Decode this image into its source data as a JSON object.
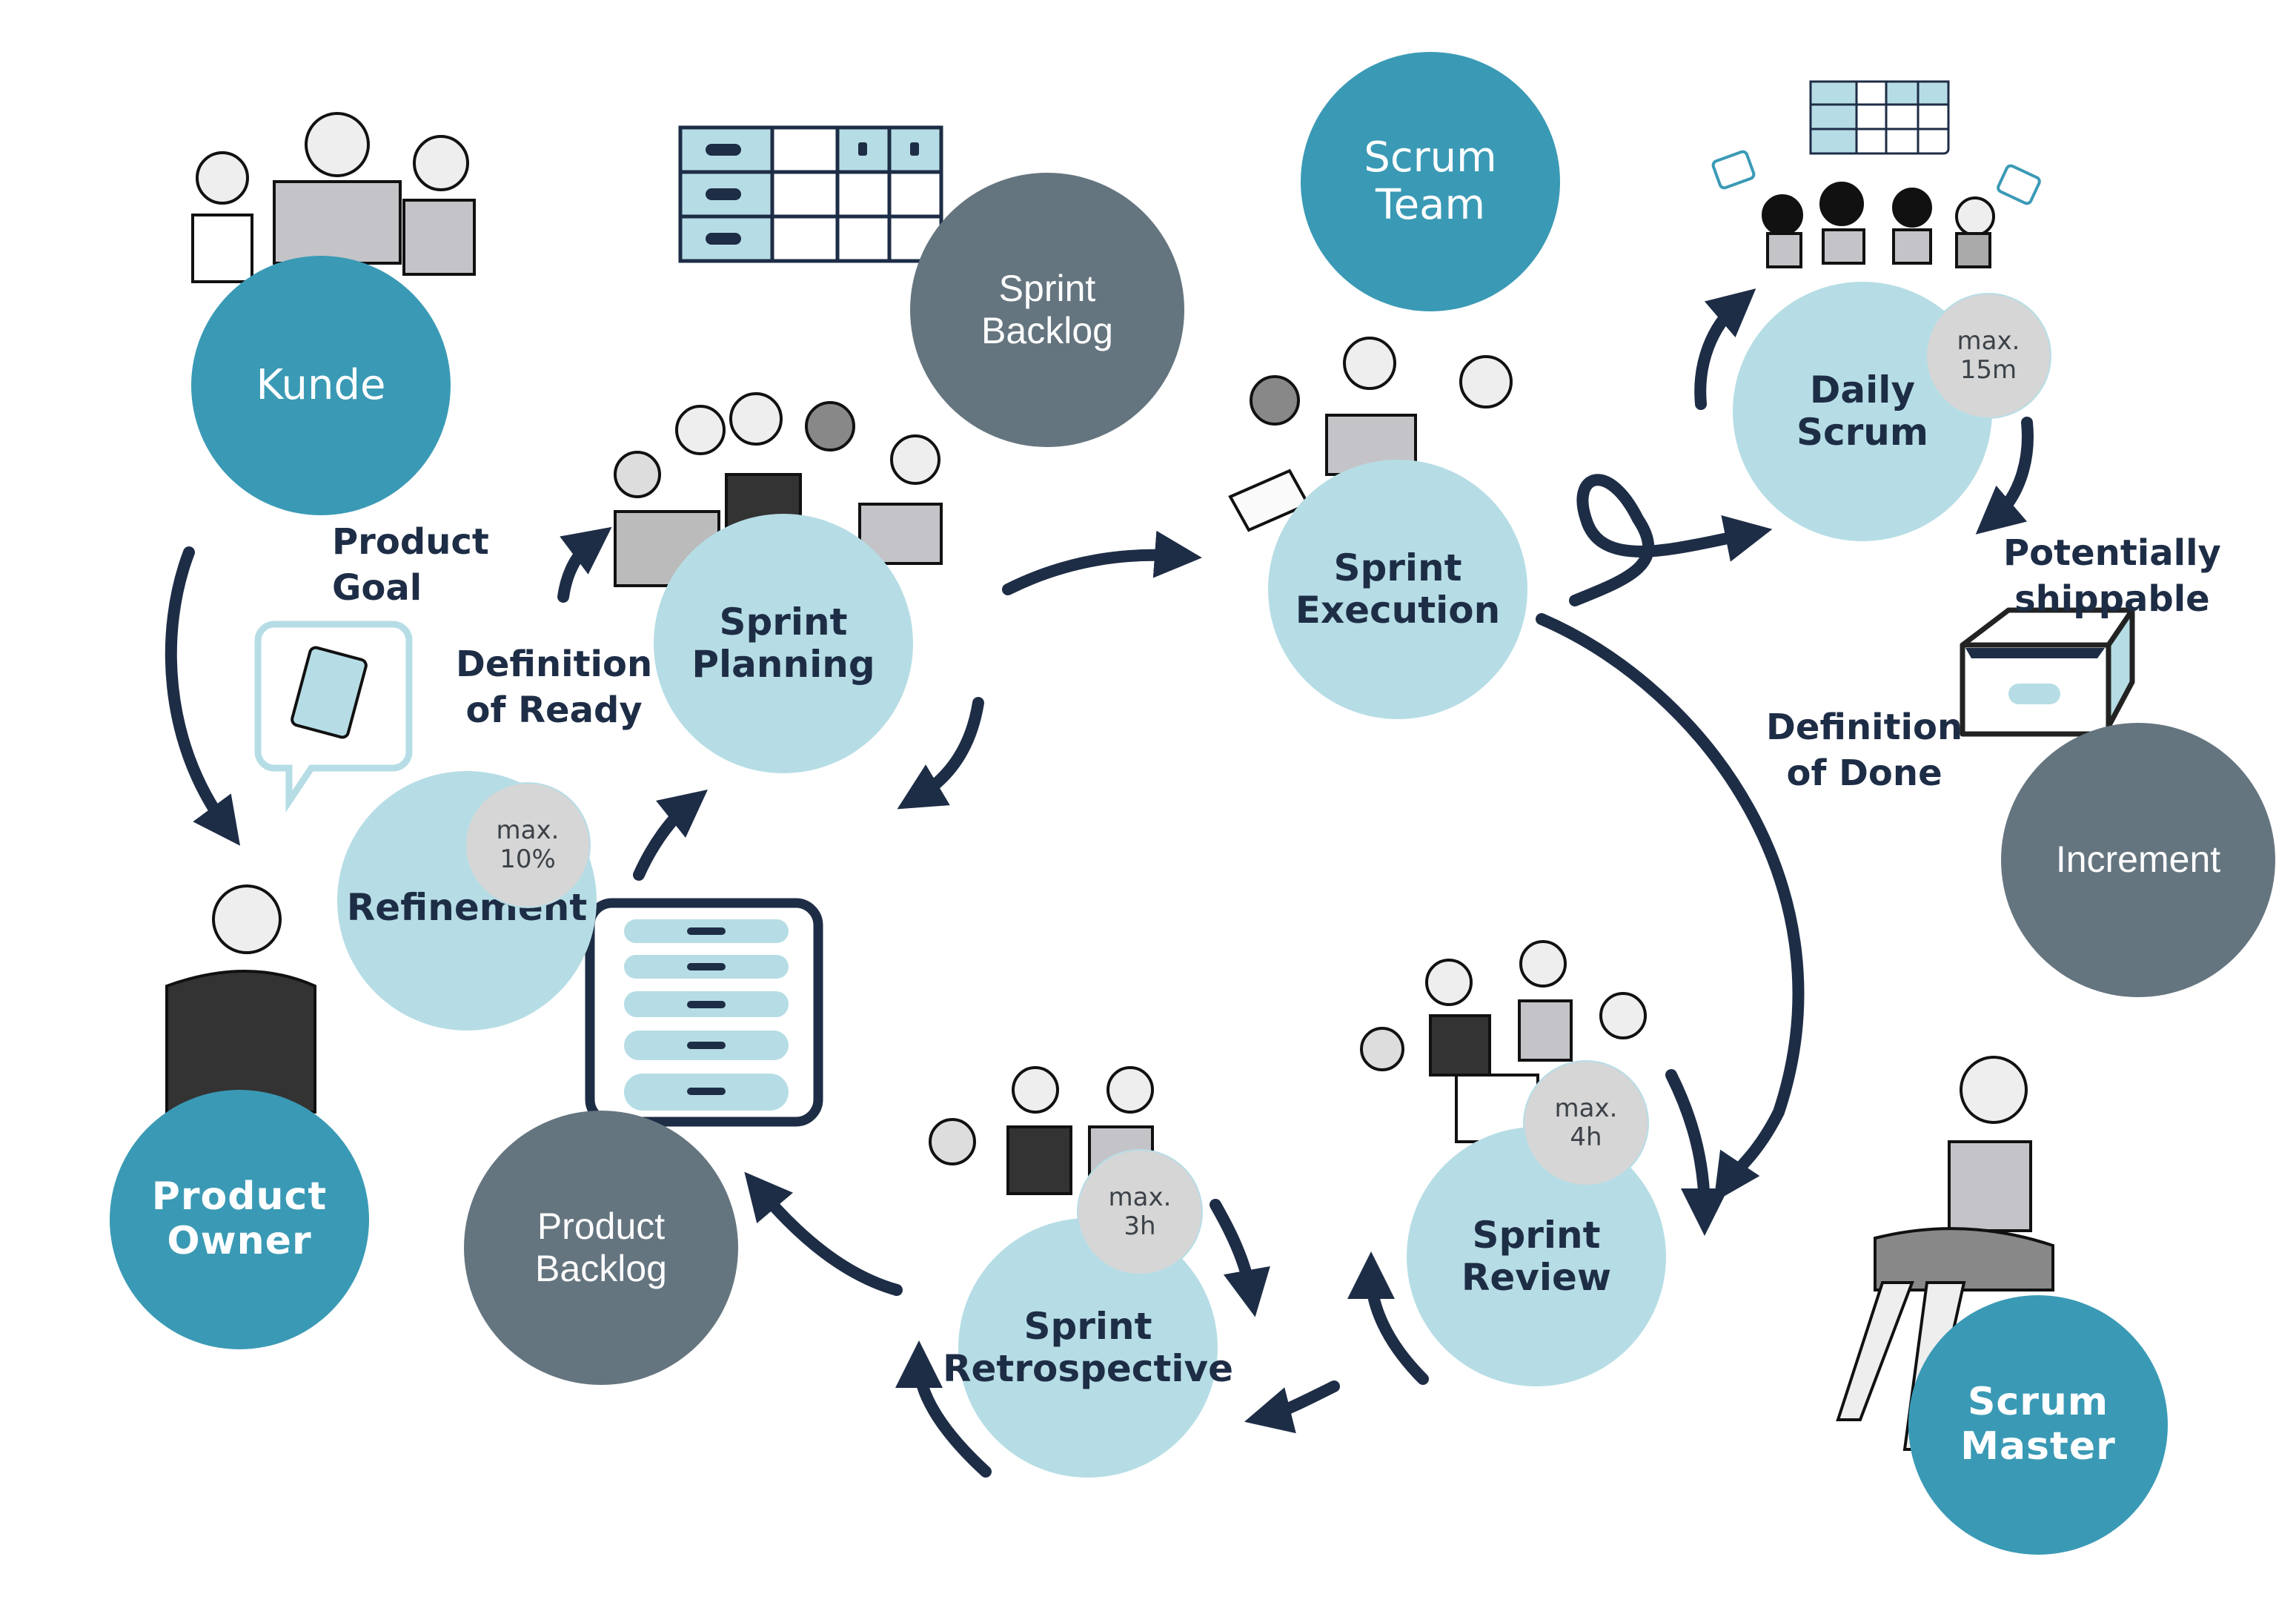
{
  "title": "Scrum Framework",
  "colors": {
    "role": "#3A9AB5",
    "event": "#B6DDE5",
    "artifact": "#65757F",
    "badge": "#D6D6D6",
    "ink": "#1E2D46"
  },
  "roles": {
    "kunde": "Kunde",
    "product_owner": "Product\nOwner",
    "scrum_team": "Scrum\nTeam",
    "scrum_master": "Scrum\nMaster"
  },
  "events": {
    "refinement": "Refinement",
    "sprint_planning": "Sprint\nPlanning",
    "sprint_execution": "Sprint\nExecution",
    "daily_scrum": "Daily\nScrum",
    "sprint_review": "Sprint\nReview",
    "sprint_retrospective": "Sprint\nRetrospective"
  },
  "timeboxes": {
    "refinement": "max.\n10%",
    "daily_scrum": "max.\n15m",
    "sprint_review": "max.\n4h",
    "sprint_retrospective": "max.\n3h"
  },
  "artifacts": {
    "product_backlog": "Product\nBacklog",
    "sprint_backlog": "Sprint\nBacklog",
    "increment": "Increment"
  },
  "labels": {
    "product_goal": "Product\nGoal",
    "definition_of_ready": "Definition\nof Ready",
    "definition_of_done": "Definition\nof Done",
    "potentially_shippable": "Potentially\nshippable"
  },
  "icons": {
    "sprint_backlog_board": "task-board-icon",
    "daily_board": "task-board-icon",
    "product_backlog_list": "backlog-list-icon",
    "product_goal_bubble": "tablet-speech-bubble-icon",
    "increment_box": "shipping-box-icon",
    "chat_bubble": "chat-bubble-icon"
  }
}
